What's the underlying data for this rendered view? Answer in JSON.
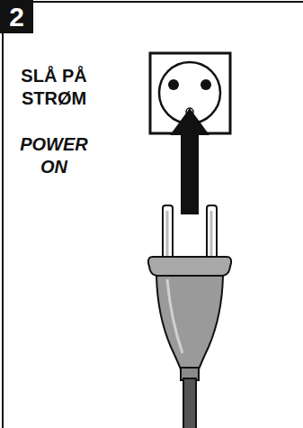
{
  "diagram": {
    "nodes": [
      {
        "text": [
          "2"
        ]
      }
    ],
    "labels": [
      "SLÅ PÅ STRØM",
      "POWER ON"
    ]
  }
}
